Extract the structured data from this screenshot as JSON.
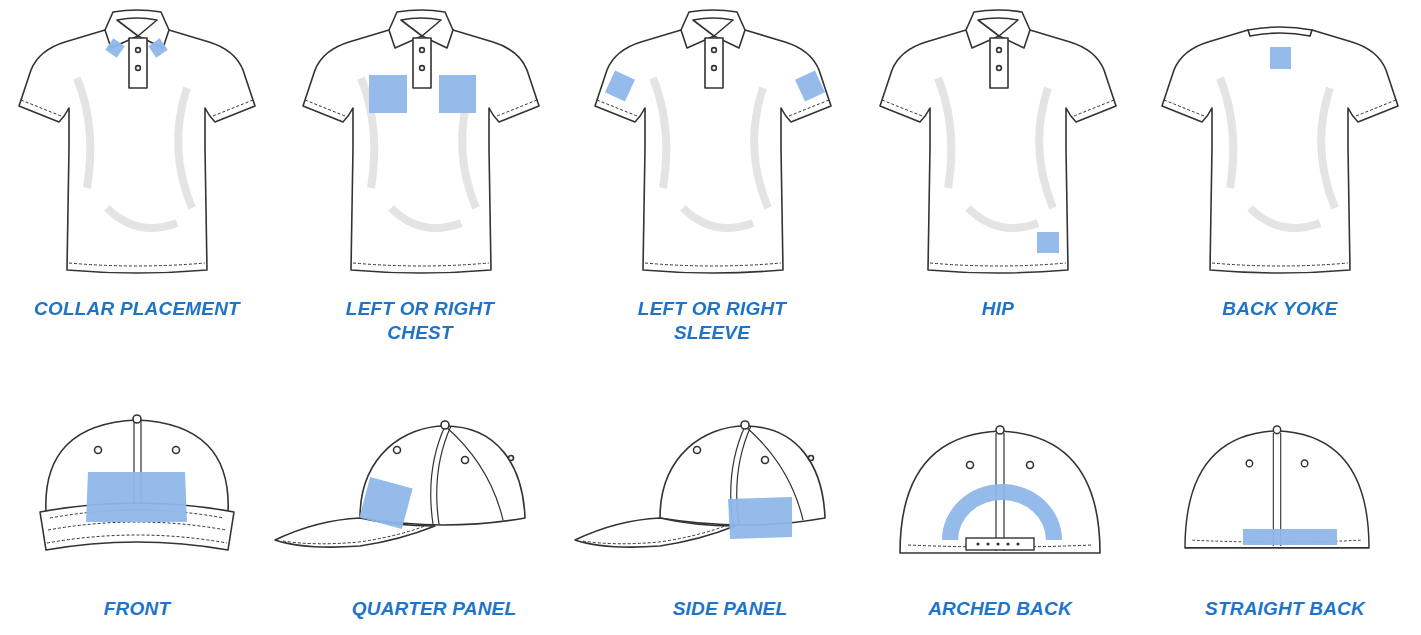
{
  "diagram": {
    "labels": [
      "COLLAR PLACEMENT",
      "LEFT OR RIGHT CHEST",
      "LEFT OR RIGHT SLEEVE",
      "HIP",
      "BACK YOKE",
      "FRONT",
      "QUARTER PANEL",
      "SIDE PANEL",
      "ARCHED BACK",
      "STRAIGHT BACK"
    ]
  }
}
